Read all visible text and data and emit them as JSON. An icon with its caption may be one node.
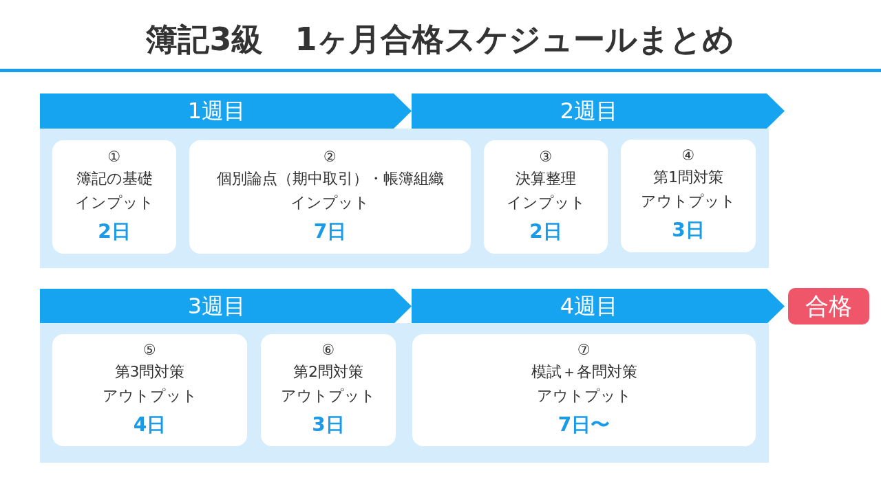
{
  "diagram": {
    "title": "簿記3級　1ヶ月合格スケジュールまとめ",
    "nodes": [
      {
        "text": [
          "1週目"
        ]
      },
      {
        "text": [
          "2週目"
        ]
      },
      {
        "text": [],
        "shape": "box"
      },
      {
        "text": [
          "①",
          "簿記の基礎",
          "インプット",
          "2日"
        ],
        "in": 2
      },
      {
        "text": [
          "②",
          "個別論点（期中取引）・帳簿組織",
          "インプット",
          "7日"
        ],
        "in": 2
      },
      {
        "text": [
          "③",
          "決算整理",
          "インプット",
          "2日"
        ],
        "in": 2
      },
      {
        "text": [
          "④",
          "第1問対策",
          "アウトプット",
          "3日"
        ],
        "in": 2
      },
      {
        "text": [
          "3週目"
        ]
      },
      {
        "text": [
          "4週目"
        ]
      },
      {
        "text": [
          "合格"
        ]
      },
      {
        "text": [],
        "shape": "box"
      },
      {
        "text": [
          "⑤",
          "第3問対策",
          "アウトプット",
          "4日"
        ],
        "in": 10
      },
      {
        "text": [
          "⑥",
          "第2問対策",
          "アウトプット",
          "3日"
        ],
        "in": 10
      },
      {
        "text": [
          "⑦",
          "模試＋各問対策",
          "アウトプット",
          "7日〜"
        ],
        "in": 10
      }
    ]
  }
}
